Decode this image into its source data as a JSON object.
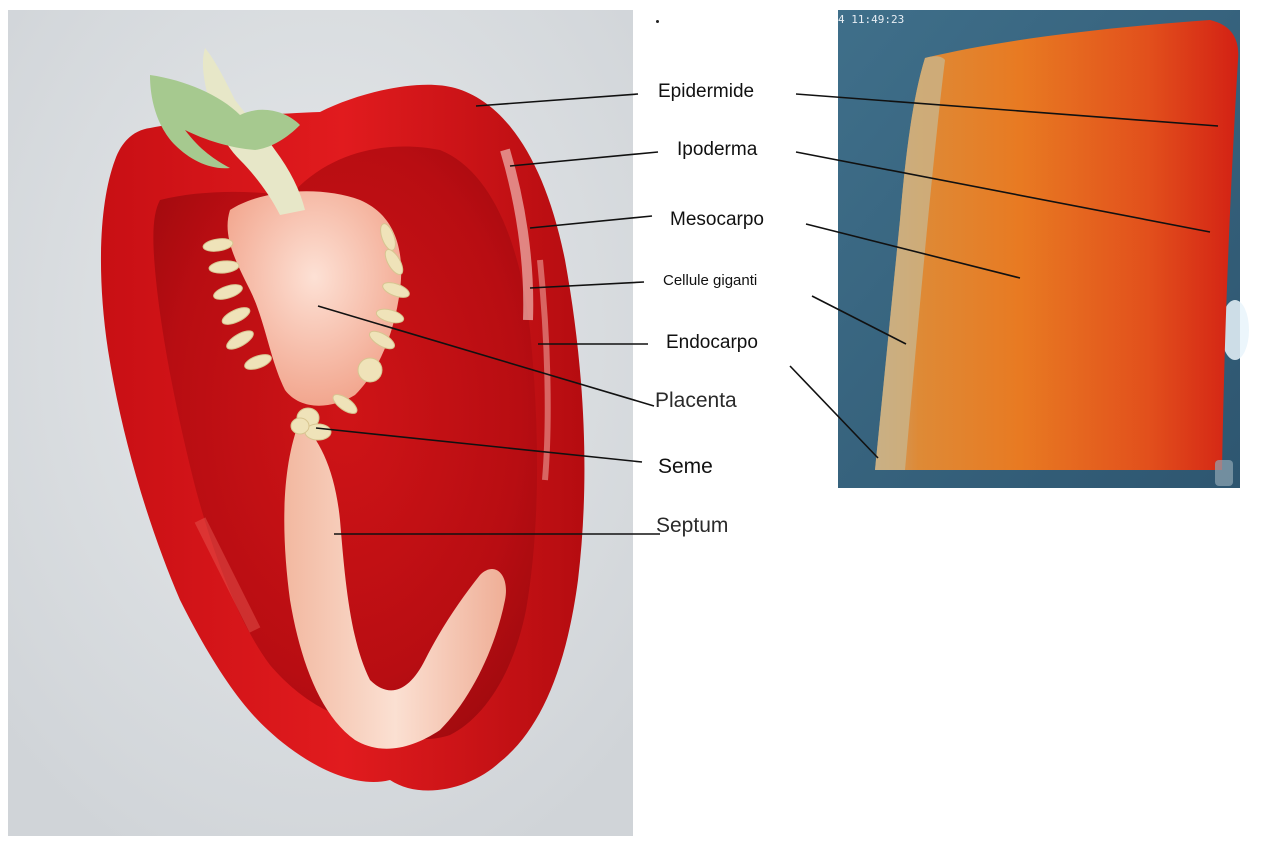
{
  "photo_left": {
    "subject": "red bell pepper cut lengthwise",
    "colors": {
      "background": "#dde1e4",
      "pepper_red": "#d8161a",
      "pepper_dark": "#b70e12",
      "placenta": "#f3c4b2",
      "seed": "#efe3b9",
      "stem": "#a4c98e"
    }
  },
  "photo_right": {
    "subject": "micrograph of pericarp tissue section",
    "timestamp": "4 11:49:23",
    "colors": {
      "background": "#3e6d88",
      "tissue_orange": "#e3701c",
      "tissue_red": "#dd2a16",
      "edge_pale": "#c7b995"
    }
  },
  "labels": {
    "epidermide": "Epidermide",
    "ipoderma": "Ipoderma",
    "mesocarpo": "Mesocarpo",
    "cellule_giganti": "Cellule giganti",
    "endocarpo": "Endocarpo",
    "placenta": "Placenta",
    "seme": "Seme",
    "septum": "Septum"
  }
}
